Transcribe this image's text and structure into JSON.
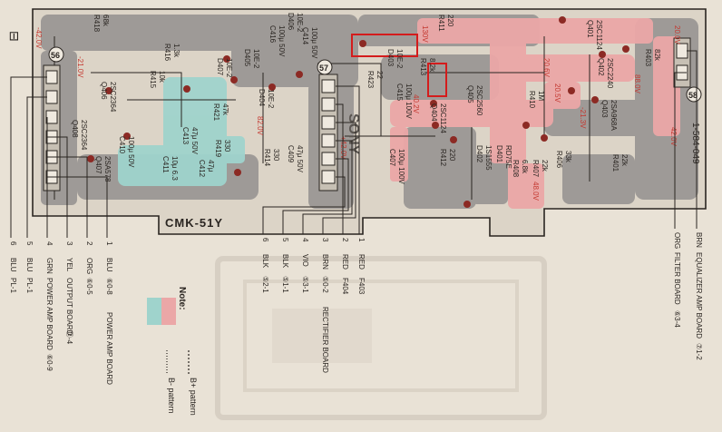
{
  "page_marker": "⊟",
  "board_name": "CMK-51Y",
  "brand": "SONY",
  "part_number": "1-584-049",
  "connectors": [
    "56",
    "57",
    "58"
  ],
  "components": [
    {
      "ref": "R418",
      "value": "68k"
    },
    {
      "ref": "R416",
      "value": "1.3k"
    },
    {
      "ref": "R415",
      "value": "10k"
    },
    {
      "ref": "Q406",
      "value": "2SC2364"
    },
    {
      "ref": "Q408",
      "value": "2SC2364"
    },
    {
      "ref": "Q407",
      "value": "2SA578"
    },
    {
      "ref": "C410",
      "value": "100μ 50V"
    },
    {
      "ref": "C413",
      "value": "47μ 50V"
    },
    {
      "ref": "C411",
      "value": "10μ 6.3"
    },
    {
      "ref": "C412",
      "value": "47μ"
    },
    {
      "ref": "R419",
      "value": "330"
    },
    {
      "ref": "R421",
      "value": "47k"
    },
    {
      "ref": "D407",
      "value": "10E-2"
    },
    {
      "ref": "D405",
      "value": "10E-2"
    },
    {
      "ref": "D406",
      "value": "10E-2"
    },
    {
      "ref": "D404",
      "value": "10E-2"
    },
    {
      "ref": "D403",
      "value": "10E-2"
    },
    {
      "ref": "C416",
      "value": "100μ 50V"
    },
    {
      "ref": "C414",
      "value": "100μ 50V"
    },
    {
      "ref": "C409",
      "value": "47μ 50V"
    },
    {
      "ref": "R414",
      "value": "330"
    },
    {
      "ref": "R423",
      "value": "22"
    },
    {
      "ref": "R411",
      "value": "220"
    },
    {
      "ref": "R413",
      "value": "8.2k"
    },
    {
      "ref": "C415",
      "value": "100μ 100V"
    },
    {
      "ref": "C407",
      "value": "100μ 100V"
    },
    {
      "ref": "Q405",
      "value": "2SC2560"
    },
    {
      "ref": "Q404",
      "value": "2SC1124"
    },
    {
      "ref": "Q401",
      "value": "2SC1124"
    },
    {
      "ref": "Q402",
      "value": "2SC2240"
    },
    {
      "ref": "Q403",
      "value": "2SA968A"
    },
    {
      "ref": "D401",
      "value": "RD75E"
    },
    {
      "ref": "D402",
      "value": "1S1555"
    },
    {
      "ref": "R412",
      "value": "220"
    },
    {
      "ref": "R408",
      "value": "6.8k"
    },
    {
      "ref": "R407",
      "value": "22k"
    },
    {
      "ref": "R401",
      "value": "22k"
    },
    {
      "ref": "R403",
      "value": "82k"
    },
    {
      "ref": "R410",
      "value": "1M"
    },
    {
      "ref": "R406",
      "value": "33k"
    }
  ],
  "voltages": [
    "-42.0V",
    "-21.0V",
    "+42.0V",
    "82.0V",
    "20.6V",
    "20.5V",
    "-21.3V",
    "130V",
    "40.2V",
    "48.0V",
    "20.0V",
    "88.0V",
    "42.0V"
  ],
  "left_wires": [
    {
      "pin": "1",
      "color": "BLU",
      "dest": "POWER AMP BOARD",
      "pin_ref": "⑥0-8"
    },
    {
      "pin": "2",
      "color": "ORG",
      "dest": "",
      "pin_ref": "⑥0-5"
    },
    {
      "pin": "3",
      "color": "YEL",
      "dest": "OUTPUT BOARD",
      "pin_ref": "⑫-4"
    },
    {
      "pin": "4",
      "color": "GRN",
      "dest": "POWER AMP BOARD",
      "pin_ref": "⑥0-9"
    },
    {
      "pin": "5",
      "color": "BLU",
      "dest": "PL-1",
      "pin_ref": ""
    },
    {
      "pin": "6",
      "color": "BLU",
      "dest": "PL-1",
      "pin_ref": ""
    }
  ],
  "mid_wires": [
    {
      "pin": "1",
      "color": "RED",
      "dest": "F403",
      "pin_ref": ""
    },
    {
      "pin": "2",
      "color": "RED",
      "dest": "F404",
      "pin_ref": ""
    },
    {
      "pin": "3",
      "color": "BRN",
      "dest": "RECTIFIER BOARD",
      "pin_ref": "⑤0-2"
    },
    {
      "pin": "4",
      "color": "VIO",
      "dest": "",
      "pin_ref": "⑤3-1"
    },
    {
      "pin": "5",
      "color": "BLK",
      "dest": "",
      "pin_ref": "⑤1-1"
    },
    {
      "pin": "6",
      "color": "BLK",
      "dest": "",
      "pin_ref": "⑤2-1"
    }
  ],
  "right_wires": [
    {
      "pin": "1",
      "color": "BRN",
      "dest": "EQUALIZER AMP BOARD",
      "pin_ref": "⑦1-2"
    },
    {
      "pin": "2",
      "color": "ORG",
      "dest": "FILTER BOARD",
      "pin_ref": "⑥3-4"
    }
  ],
  "legend": {
    "title": "Note:",
    "items": [
      {
        "label": "B+ pattern",
        "color": "#eba7a7"
      },
      {
        "label": "B- pattern",
        "color": "#9fd3cc"
      }
    ]
  },
  "colors": {
    "paper": "#e9e2d6",
    "copper": "#9e9a97",
    "b_plus": "#eba7a7",
    "b_minus": "#9fd3cc",
    "ink": "#2a2521",
    "pad": "#8c2a24",
    "highlight": "#d41c1c"
  }
}
